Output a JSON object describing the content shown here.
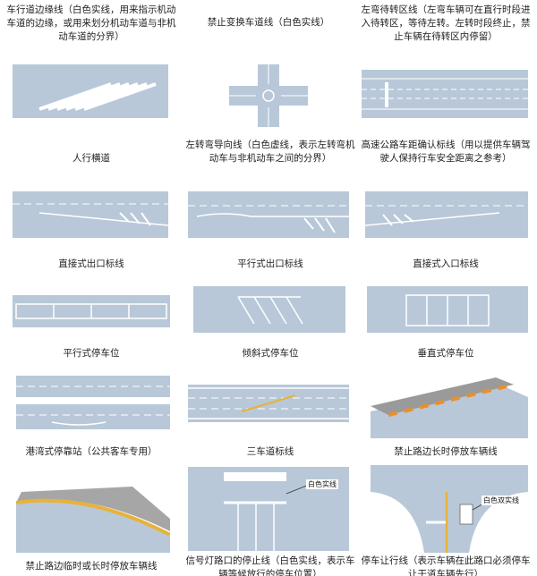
{
  "captions": {
    "r1c1": "车行道边缘线（白色实线，用来指示机动车道的边缘，或用来划分机动车道与非机动车道的分界）",
    "r1c2": "禁止变换车道线（白色实线）",
    "r1c3": "左弯待转区线（左弯车辆可在直行时段进入待转区，等待左转。左转时段终止，禁止车辆在待转区内停留）",
    "r2c1": "人行横道",
    "r2c2": "左转弯导向线（白色虚线，表示左转弯机动车与非机动车之间的分界）",
    "r2c3": "高速公路车距确认标线（用以提供车辆驾驶人保持行车安全距离之参考）",
    "r3c1": "直接式出口标线",
    "r3c2": "平行式出口标线",
    "r3c3": "直接式入口标线",
    "r4c1": "平行式停车位",
    "r4c2": "倾斜式停车位",
    "r4c3": "垂直式停车位",
    "r5c1": "港湾式停靠站（公共客车专用）",
    "r5c2": "三车道标线",
    "r5c3": "禁止路边长时停放车辆线",
    "r6c1": "禁止路边临时或长时停放车辆线",
    "r6c2": "信号灯路口的停止线（白色实线，表示车辆等候放行的停车位置）",
    "r6c3": "停车让行线（表示车辆在此路口必须停车让干道车辆先行）"
  },
  "labels": {
    "solid_white_1": "白色实线",
    "solid_white_2": "白色双实线"
  },
  "colors": {
    "road": "#b8c8d8",
    "marking": "#ffffff",
    "yellow": "#e8b23a",
    "orange": "#e8902a",
    "curb": "#8a8a8a"
  }
}
